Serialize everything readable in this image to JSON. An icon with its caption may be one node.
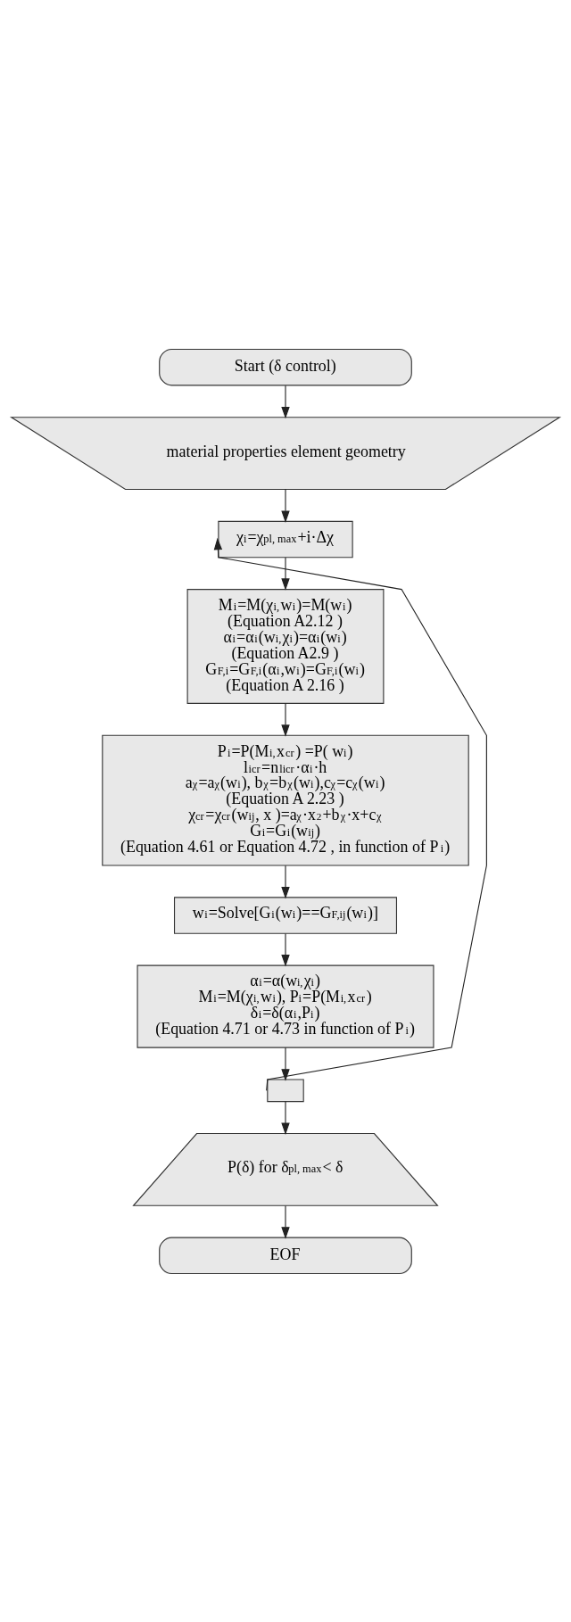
{
  "diagram": {
    "nodes": [
      {
        "text": [
          "Start (δ control)"
        ]
      },
      {
        "text": [
          "material properties element geometry"
        ]
      },
      {
        "text": [
          "χ$_{i}$=χ$_{pl, max}$+i·Δχ"
        ]
      },
      {
        "text": [
          "M$_{i}$=M(χ$_{i,}$w$_{i}$)=M(w$_{i}$)",
          "(Equation A2.12 )",
          "α$_{i}$=α$_{i}$(w$_{i,}$χ$_{i}$)=α$_{i}$(w$_{i}$)",
          "(Equation A2.9 )",
          "G$_{F,i}$=G$_{F,i}$(α$_{i}$,w$_{i}$)=G$_{F,i}$(w$_{i}$)",
          "(Equation A 2.16 )"
        ]
      },
      {
        "text": [
          "P$_{i}$=P(M$_{i,}$x$_{cr}$) =P( w$_{i}$)",
          "l$_{icr}$=n$_{licr}$·α$_{i}$·h",
          "a$_{χ}$=a$_{χ}$(w$_{i}$), b$_{χ}$=b$_{χ}$(w$_{i}$),c$_{χ}$=c$_{χ}$(w$_{i}$)",
          "(Equation A 2.23 )",
          "χ$_{cr}$=χ$_{cr}$(w$_{ij}$, x )=a$_{χ}$·x$^{2}$+b$_{χ}$·x+c$_{χ}$",
          "G$_{i}$=G$_{i}$(w$_{ij}$)",
          "(Equation 4.61 or Equation 4.72 , in function of P$_{i}$)"
        ]
      },
      {
        "text": [
          "w$_{i}$=Solve[G$_{i}$(w$_{i}$)==G$_{F,ij}$(w$_{i}$)]"
        ]
      },
      {
        "text": [
          "α$_{i}$=α(w$_{i,}$χ$_{i}$)",
          "M$_{i}$=M(χ$_{i,}$w$_{i}$), P$_{i}$=P(M$_{i,}$x$_{cr}$)",
          "δ$_{i}$=δ(α$_{i}$,P$_{i}$)",
          "(Equation 4.71 or 4.73 in function of P$_{i}$)"
        ]
      },
      {
        "text": [],
        "shape": "box"
      },
      {
        "text": [
          "P(δ) for δ$_{pl, max}$< δ"
        ]
      },
      {
        "text": [
          "EOF"
        ]
      }
    ],
    "edges": [
      {
        "from": 0,
        "to": 1,
        "arrow": "to"
      },
      {
        "from": 1,
        "to": 2,
        "arrow": "to"
      },
      {
        "from": 2,
        "to": 3,
        "arrow": "to"
      },
      {
        "from": 3,
        "to": 4,
        "arrow": "to"
      },
      {
        "from": 4,
        "to": 5,
        "arrow": "to"
      },
      {
        "from": 5,
        "to": 6,
        "arrow": "to"
      },
      {
        "from": 6,
        "to": 7,
        "arrow": "to"
      },
      {
        "from": 7,
        "to": 8,
        "arrow": "to"
      },
      {
        "from": 8,
        "to": 9,
        "arrow": "to"
      },
      {
        "from": 7,
        "to": 2,
        "arrow": "to"
      }
    ]
  }
}
